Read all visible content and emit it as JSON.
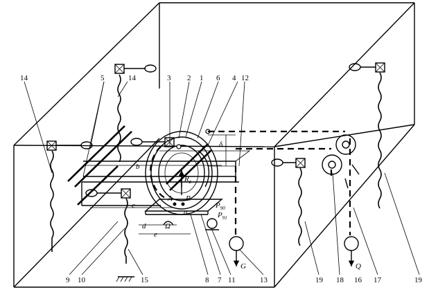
{
  "labels": {
    "n1": "1",
    "n2": "2",
    "n3": "3",
    "n4": "4",
    "n5": "5",
    "n6": "6",
    "n7": "7",
    "n8": "8",
    "n9": "9",
    "n10": "10",
    "n11": "11",
    "n12": "12",
    "n13": "13",
    "n14a": "14",
    "n14b": "14",
    "n15": "15",
    "n16": "16",
    "n17": "17",
    "n18": "18",
    "n19a": "19",
    "n19b": "19"
  },
  "symbols": {
    "b": "b",
    "c": "c",
    "d": "d",
    "e": "e",
    "a": "a",
    "A": "A",
    "B": "B",
    "Rz": "R",
    "Rz_sub": "z",
    "delta": "δ",
    "Omega": "Ω",
    "P90": "P",
    "P90_sub": "90",
    "P91": "P",
    "P91_sub": "91",
    "G": "G",
    "Q": "Q"
  }
}
